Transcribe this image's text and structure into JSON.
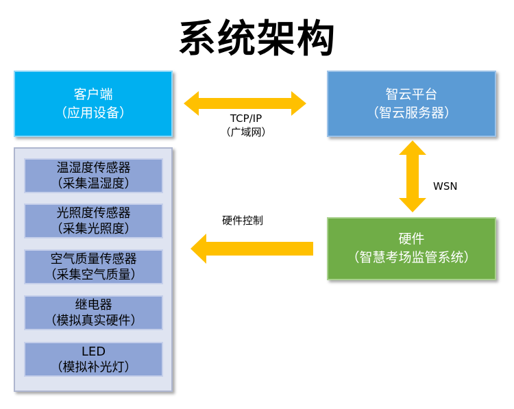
{
  "title": "系统架构",
  "client": {
    "line1": "客户端",
    "line2": "（应用设备）"
  },
  "cloud": {
    "line1": "智云平台",
    "line2": "（智云服务器）"
  },
  "hardware": {
    "line1": "硬件",
    "line2": "（智慧考场监管系统）"
  },
  "links": {
    "tcp_line1": "TCP/IP",
    "tcp_line2": "（广域网）",
    "wsn": "WSN",
    "hw_control": "硬件控制"
  },
  "sensors": [
    {
      "line1": "温湿度传感器",
      "line2": "（采集温湿度）"
    },
    {
      "line1": "光照度传感器",
      "line2": "（采集光照度）"
    },
    {
      "line1": "空气质量传感器",
      "line2": "（采集空气质量）"
    },
    {
      "line1": "继电器",
      "line2": "（模拟真实硬件）"
    },
    {
      "line1": "LED",
      "line2": "（模拟补光灯）"
    }
  ],
  "colors": {
    "client": "#00b0f0",
    "cloud": "#5b9bd5",
    "hardware": "#70ad47",
    "sensor": "#8ea4d6",
    "panel": "#dfe4f1",
    "arrow": "#ffc000"
  }
}
